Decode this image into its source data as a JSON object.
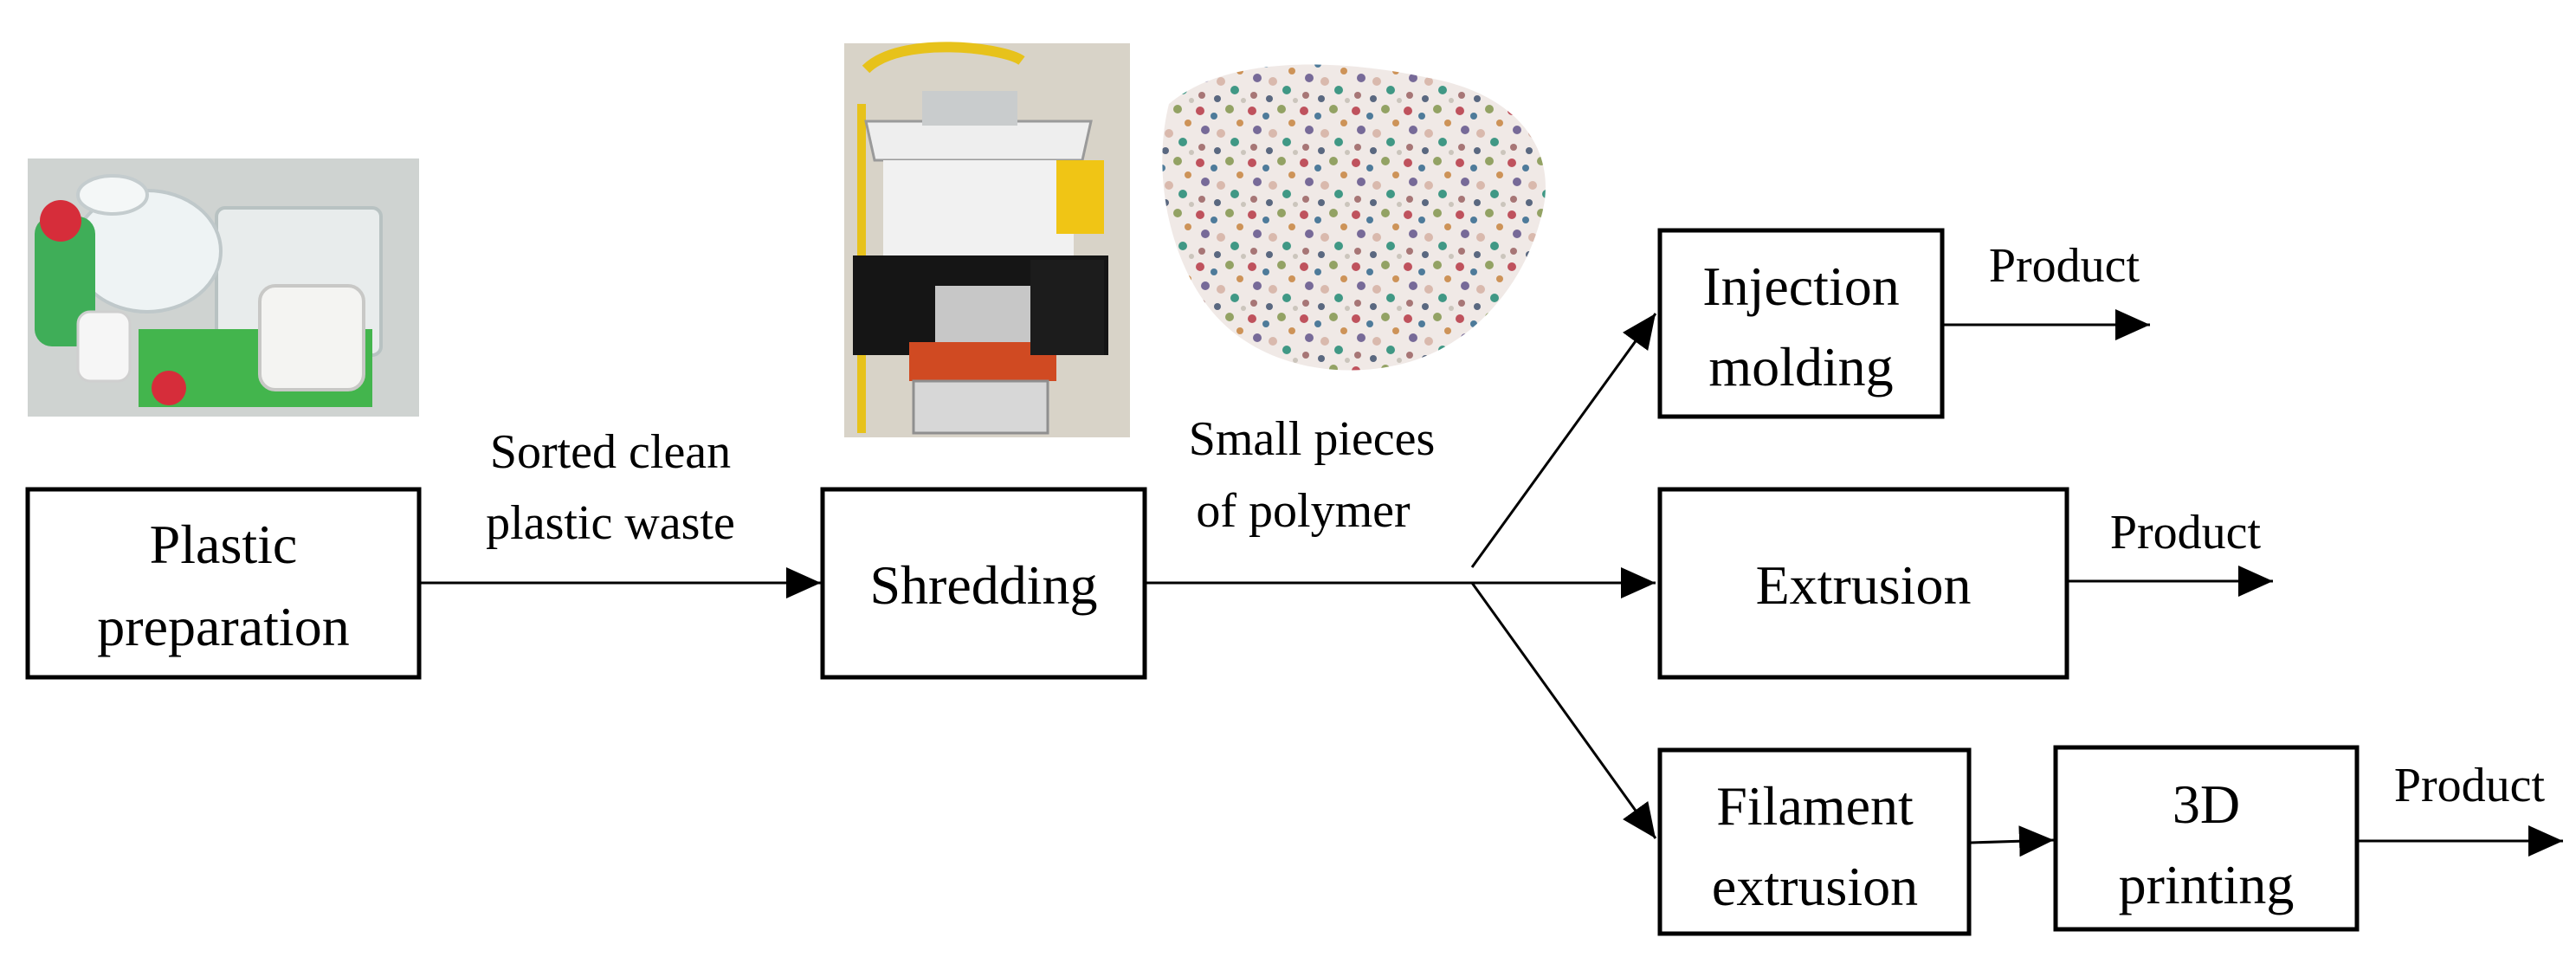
{
  "nodes": {
    "plastic_preparation": {
      "line1": "Plastic",
      "line2": "preparation"
    },
    "shredding": {
      "label": "Shredding"
    },
    "injection_molding": {
      "line1": "Injection",
      "line2": "molding"
    },
    "extrusion": {
      "label": "Extrusion"
    },
    "filament_extrusion": {
      "line1": "Filament",
      "line2": "extrusion"
    },
    "printing_3d": {
      "line1": "3D",
      "line2": "printing"
    }
  },
  "edge_labels": {
    "sorted_waste": {
      "line1": "Sorted clean",
      "line2": "plastic waste"
    },
    "small_pieces": {
      "line1": "Small pieces",
      "line2": "of polymer"
    }
  },
  "outputs": {
    "injection_product": "Product",
    "extrusion_product": "Product",
    "printing_product": "Product"
  },
  "photos": {
    "plastic_waste": "photo of sorted plastic bottles and containers",
    "shredder": "photo of shredding machine",
    "polymer_pieces": "photo of pile of multicolored shredded polymer flakes"
  },
  "colors": {
    "stroke": "#000000",
    "background": "#ffffff"
  }
}
